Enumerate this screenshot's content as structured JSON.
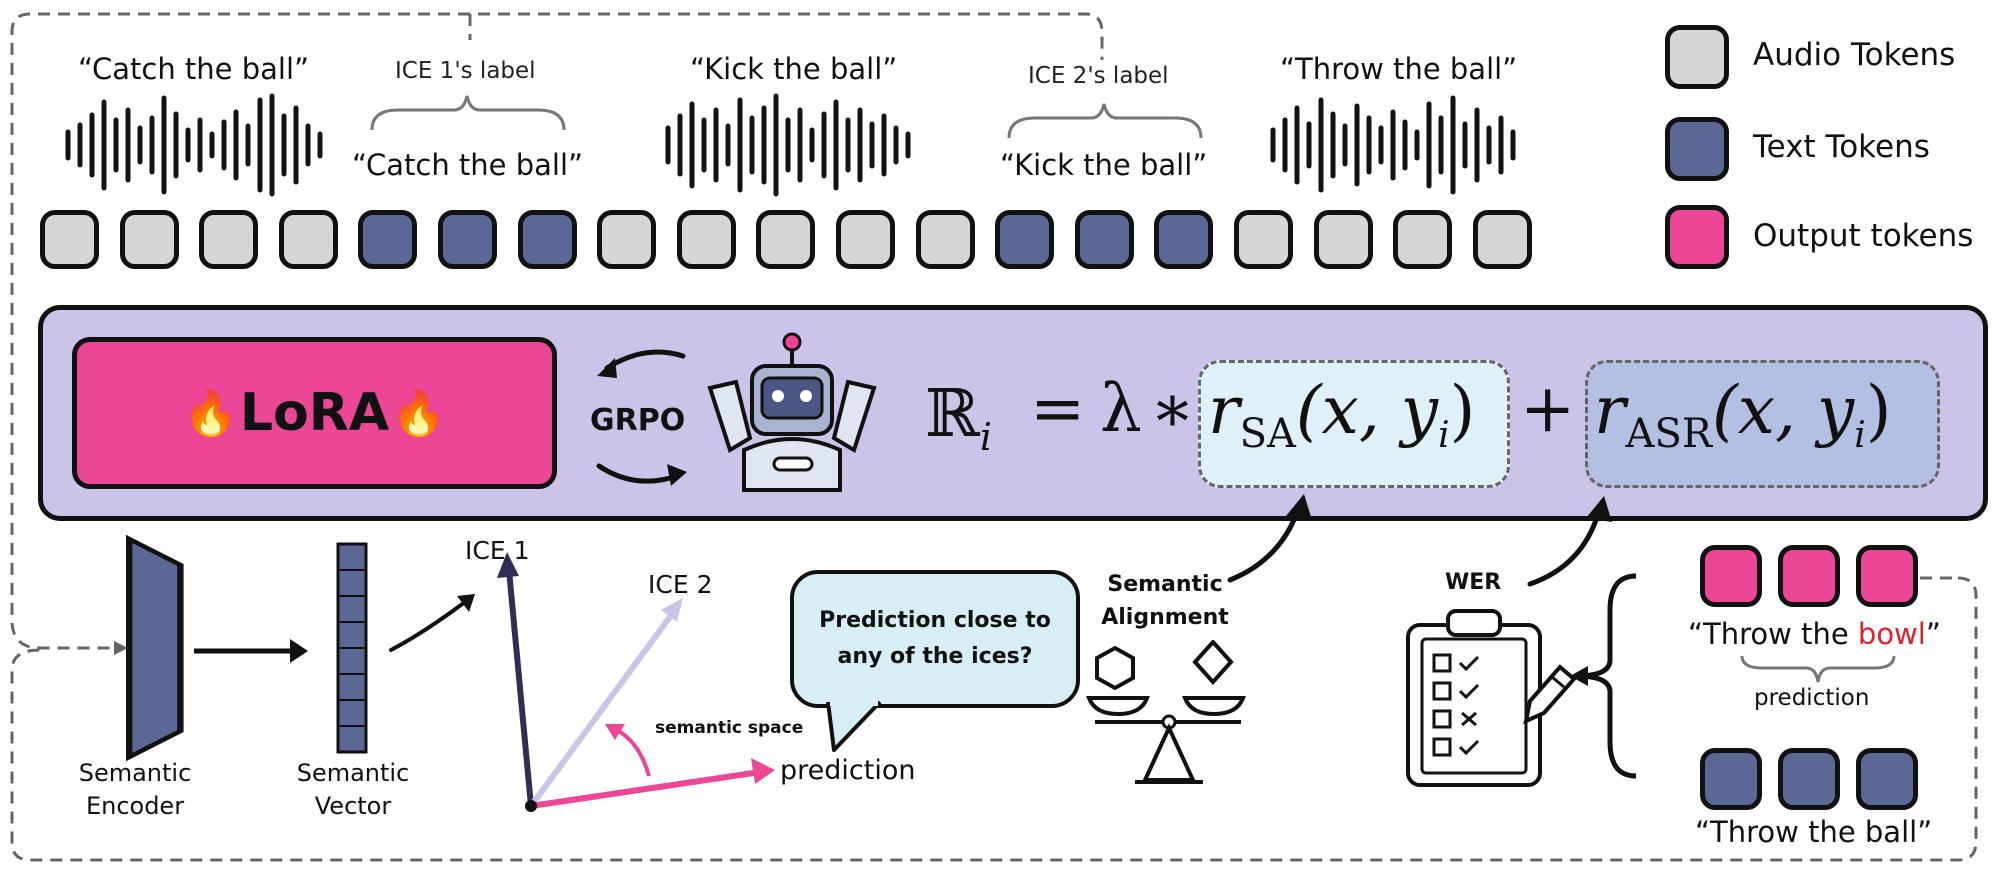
{
  "quotes": {
    "catch": "“Catch the ball”",
    "kick": "“Kick the ball”",
    "throw": "“Throw the ball”",
    "catch_label": "“Catch the ball”",
    "kick_label": "“Kick the ball”"
  },
  "ice_labels": {
    "ice1": "ICE 1's label",
    "ice2": "ICE 2's label"
  },
  "legend": {
    "audio": "Audio Tokens",
    "text": "Text Tokens",
    "output": "Output tokens"
  },
  "token_sequence": [
    "audio",
    "audio",
    "audio",
    "audio",
    "text",
    "text",
    "text",
    "audio",
    "audio",
    "audio",
    "audio",
    "audio",
    "text",
    "text",
    "text",
    "audio",
    "audio",
    "audio",
    "audio"
  ],
  "colors": {
    "audio": "#d6d6d6",
    "text": "#5b6896",
    "output": "#ec4796",
    "panel": "#cbc4e8",
    "r_sa_box": "#dff1f7",
    "r_asr_box": "#b3c0e3"
  },
  "lora": {
    "label": "LoRA",
    "icon": "fire-emoji"
  },
  "grpo": {
    "label": "GRPO"
  },
  "robot": {
    "icon": "robot-icon"
  },
  "formula": {
    "lhs": "ℝ",
    "lhs_sub": "i",
    "eq": "=",
    "lambda": "λ",
    "star": "∗",
    "r": "r",
    "sa_sub": "SA",
    "args_sa": "(x, y",
    "args_sub": "i",
    "close": ")",
    "plus": "+",
    "asr_sub": "ASR"
  },
  "encoder": {
    "label_line1": "Semantic",
    "label_line2": "Encoder"
  },
  "vector": {
    "label_line1": "Semantic",
    "label_line2": "Vector"
  },
  "semantic_plot": {
    "ice1": "ICE 1",
    "ice2": "ICE 2",
    "prediction": "prediction",
    "space": "semantic space"
  },
  "bubble": {
    "line1": "Prediction close to",
    "line2": "any of the ices?"
  },
  "alignment": {
    "line1": "Semantic",
    "line2": "Alignment"
  },
  "wer": {
    "label": "WER"
  },
  "output_pred": {
    "prefix": "“Throw the ",
    "highlight": "bowl",
    "suffix": "”",
    "label": "prediction",
    "highlight_color": "#e0202a"
  },
  "ground_truth": {
    "text": "“Throw the ball”"
  }
}
